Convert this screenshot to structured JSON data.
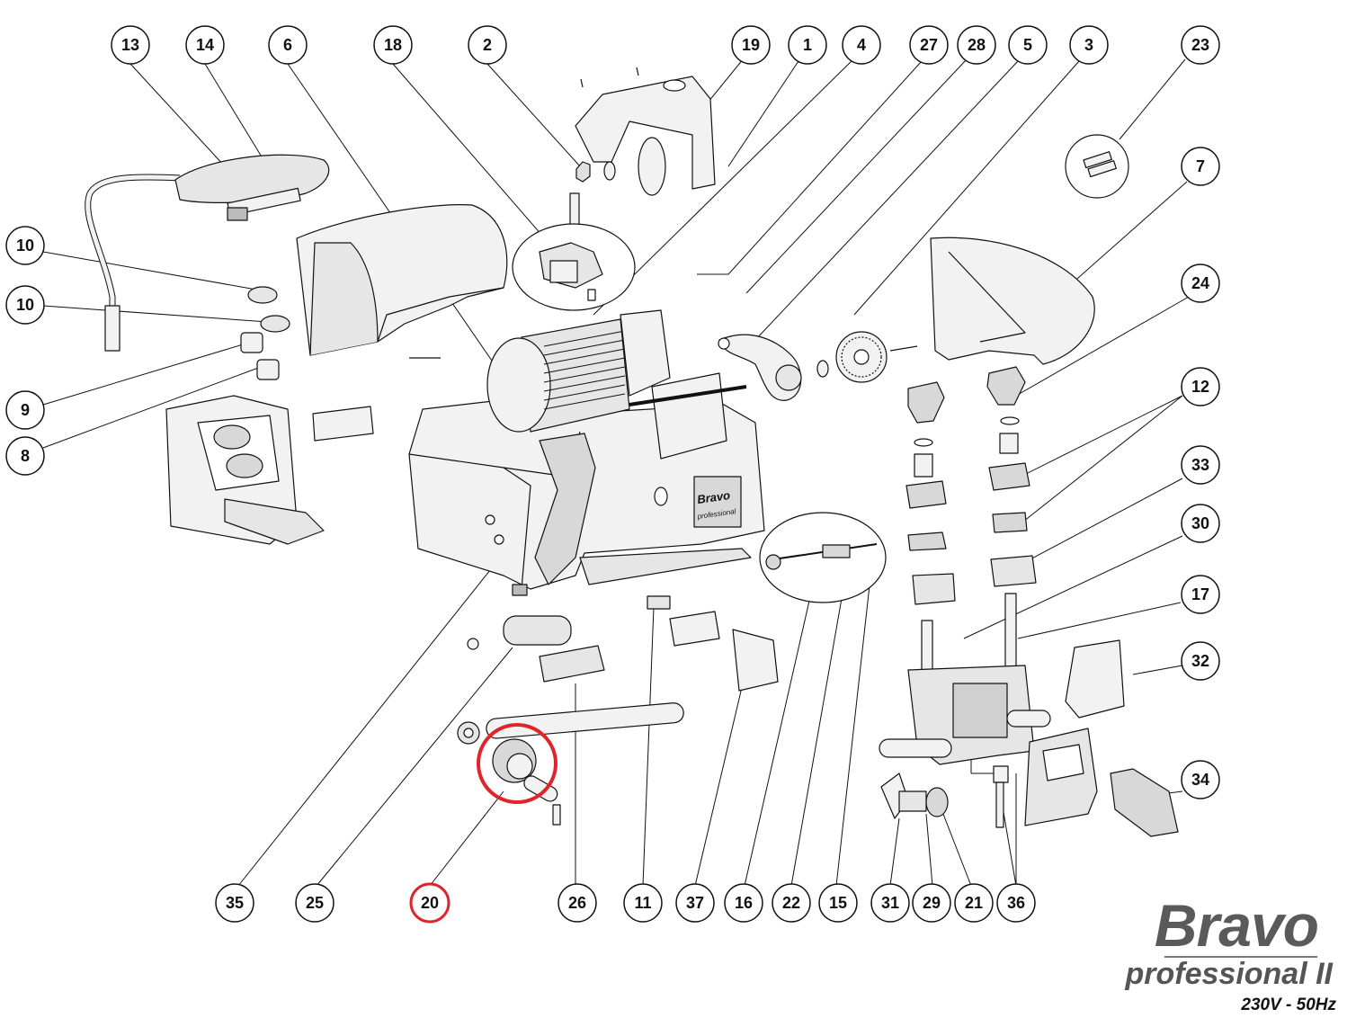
{
  "brand": {
    "name": "Bravo",
    "model": "professional II",
    "spec": "230V - 50Hz"
  },
  "callouts": {
    "c13": "13",
    "c14": "14",
    "c6": "6",
    "c18": "18",
    "c2": "2",
    "c19": "19",
    "c1": "1",
    "c4": "4",
    "c27": "27",
    "c28": "28",
    "c5": "5",
    "c3": "3",
    "c23": "23",
    "c7": "7",
    "c24": "24",
    "c12": "12",
    "c33": "33",
    "c30": "30",
    "c17": "17",
    "c32": "32",
    "c34": "34",
    "c10a": "10",
    "c10b": "10",
    "c9": "9",
    "c8": "8",
    "c35": "35",
    "c25": "25",
    "c20": "20",
    "c26": "26",
    "c11": "11",
    "c37": "37",
    "c16": "16",
    "c22": "22",
    "c15": "15",
    "c31": "31",
    "c29": "29",
    "c21": "21",
    "c36": "36"
  },
  "machine_label": {
    "brand": "Bravo",
    "sub": "professional"
  },
  "highlight": {
    "part": "20",
    "color": "#e0242b"
  },
  "colors": {
    "line": "#111111",
    "part_fill": "#f2f2f2",
    "part_shade": "#d8d8d8",
    "part_dark": "#9a9a9a"
  }
}
